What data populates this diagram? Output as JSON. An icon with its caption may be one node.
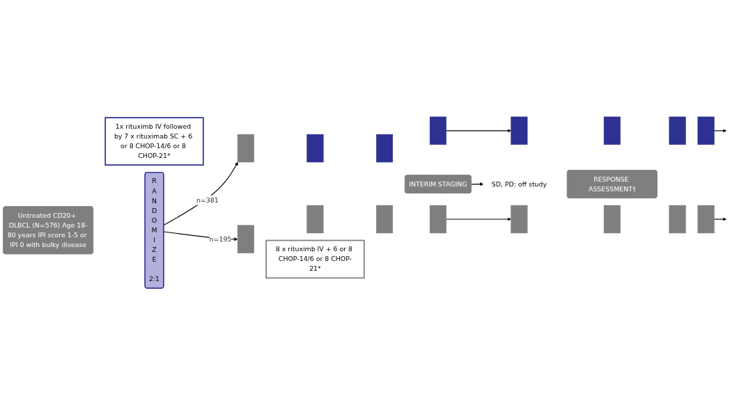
{
  "diagram": {
    "nodes": [
      {
        "text": [
          "Untreated CD20+ DLBCL (N=576) Age 18-80 years IPI score 1-5 or IPI 0 with bulky disease"
        ]
      },
      {
        "text": [
          "R A N D O M I Z E",
          "2:1"
        ]
      },
      {
        "text": [
          "1x rituximb IV followed by 7 x rituximab SC + 6 or 8 CHOP-14/6 or 8 CHOP-21*"
        ]
      },
      {
        "text": [],
        "shape": "bar"
      },
      {
        "text": [],
        "shape": "bar"
      },
      {
        "text": [],
        "shape": "bar"
      },
      {
        "text": [],
        "shape": "bar"
      },
      {
        "text": [],
        "shape": "bar"
      },
      {
        "text": [],
        "shape": "bar"
      },
      {
        "text": [],
        "shape": "bar"
      },
      {
        "text": [],
        "shape": "bar"
      },
      {
        "text": [
          "INTERIM STAGING"
        ]
      },
      {
        "text": [
          "SD, PD: off study"
        ]
      },
      {
        "text": [
          "RESPONSE ASSESSMENT†"
        ]
      },
      {
        "text": [],
        "shape": "bar"
      },
      {
        "text": [],
        "shape": "bar"
      },
      {
        "text": [],
        "shape": "bar"
      },
      {
        "text": [],
        "shape": "bar"
      },
      {
        "text": [],
        "shape": "bar"
      },
      {
        "text": [],
        "shape": "bar"
      },
      {
        "text": [],
        "shape": "bar"
      },
      {
        "text": [],
        "shape": "bar"
      },
      {
        "text": [
          "8 x rituximb IV + 6 or 8 CHOP-14/6 or 8 CHOP-21*"
        ]
      }
    ],
    "edges": [
      {
        "from": 1,
        "to": 3,
        "arrow": "to",
        "label": "n=381"
      },
      {
        "from": 1,
        "to": 14,
        "arrow": "to",
        "label": "n=195"
      },
      {
        "from": 6,
        "to": 7,
        "arrow": "to"
      },
      {
        "from": 10,
        "to": null,
        "arrow": "to"
      },
      {
        "from": 11,
        "to": 12,
        "arrow": "to"
      },
      {
        "from": 17,
        "to": 18,
        "arrow": "to"
      },
      {
        "from": 21,
        "to": null,
        "arrow": "to"
      }
    ]
  }
}
